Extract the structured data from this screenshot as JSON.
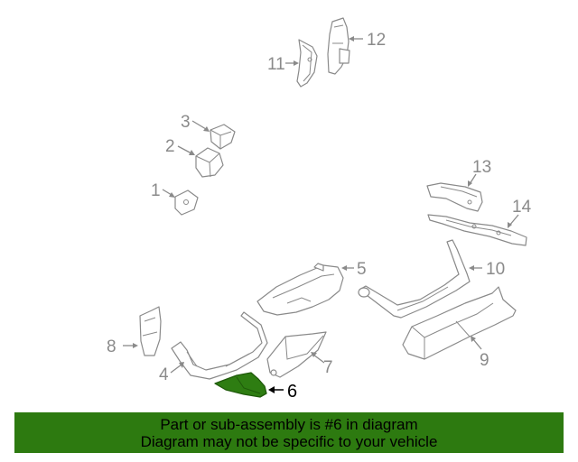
{
  "callouts": {
    "c1": "1",
    "c2": "2",
    "c3": "3",
    "c4": "4",
    "c5": "5",
    "c6": "6",
    "c7": "7",
    "c8": "8",
    "c9": "9",
    "c10": "10",
    "c11": "11",
    "c12": "12",
    "c13": "13",
    "c14": "14"
  },
  "highlight": {
    "part_number": "6",
    "fill_color": "#2e7d12"
  },
  "banner": {
    "line1": "Part or sub-assembly is #6 in diagram",
    "line2": "Diagram may not be specific to your vehicle",
    "background_color": "#2d7a10"
  }
}
